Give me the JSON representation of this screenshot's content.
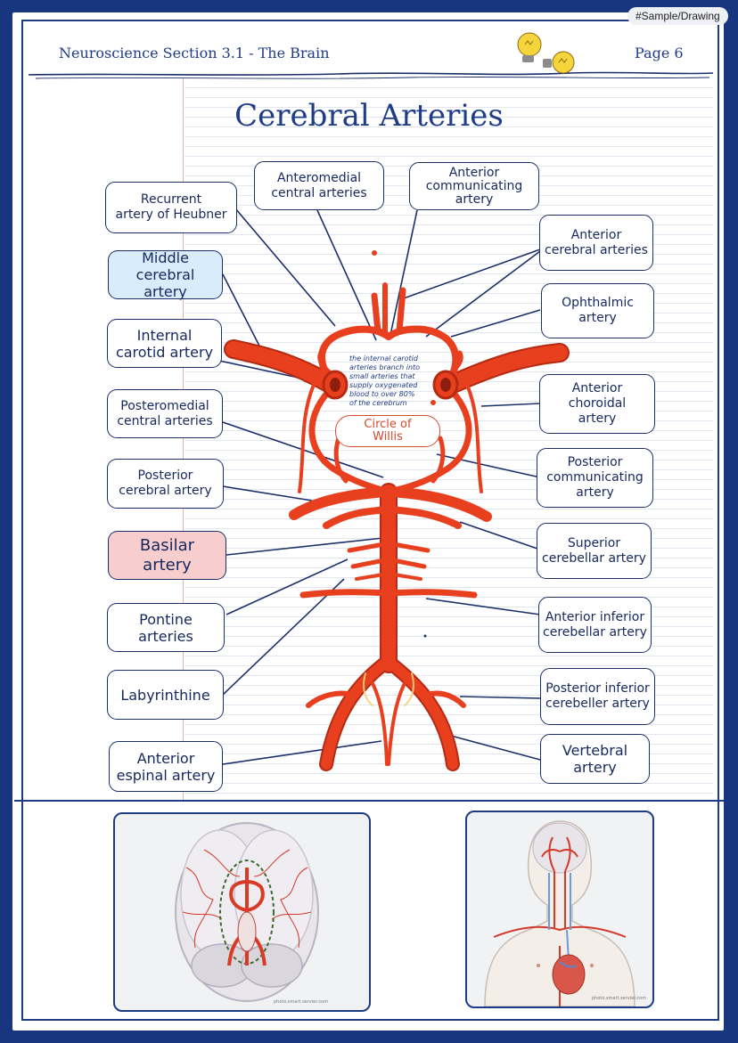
{
  "header": {
    "section": "Neuroscience Section 3.1 - The Brain",
    "page": "Page 6",
    "tag": "#Sample/Drawing"
  },
  "title": "Cerebral Arteries",
  "labels": {
    "recurrent": "Recurrent\nartery of Heubner",
    "anteromedial": "Anteromedial\ncentral arteries",
    "anterior_communicating": "Anterior\ncommunicating\nartery",
    "anterior_cerebral": "Anterior\ncerebral arteries",
    "middle_cerebral": "Middle\ncerebral artery",
    "ophthalmic": "Ophthalmic\nartery",
    "internal_carotid": "Internal\ncarotid artery",
    "anterior_choroidal": "Anterior\nchoroidal\nartery",
    "posteromedial": "Posteromedial\ncentral arteries",
    "posterior_communicating": "Posterior\ncommunicating\nartery",
    "posterior_cerebral": "Posterior\ncerebral artery",
    "superior_cerebellar": "Superior\ncerebellar artery",
    "basilar": "Basilar\nartery",
    "pontine": "Pontine\narteries",
    "anterior_inferior_cerebellar": "Anterior inferior\ncerebellar artery",
    "labyrinthine": "Labyrinthine",
    "posterior_inferior_cerebellar": "Posterior inferior\ncerebeller artery",
    "anterior_spinal": "Anterior\nespinal artery",
    "vertebral": "Vertebral\nartery"
  },
  "note": "the internal carotid\narteries branch into\nsmall arteries that\nsupply oxygenated\nblood to over 80%\nof the cerebrum",
  "circle_of_willis": "Circle of\nWillis",
  "photos": {
    "left_credit": "photo.smart.servier.com",
    "right_credit": "photo.smart.servier.com"
  },
  "colors": {
    "navy": "#17367f",
    "artery": "#e8401f",
    "artery_dark": "#b52a12",
    "highlight_blue": "#d8ecfb",
    "highlight_pink": "#f7cdcd"
  }
}
